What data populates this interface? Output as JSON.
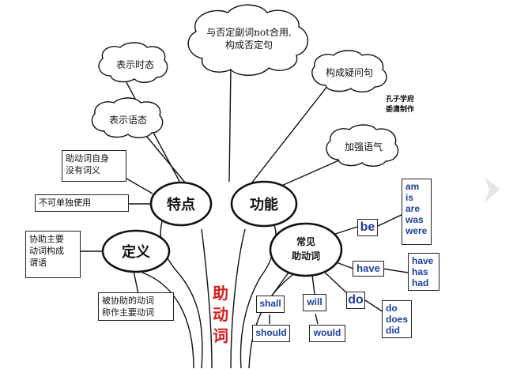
{
  "trunk": {
    "label": [
      "助",
      "动",
      "词"
    ]
  },
  "ovals": {
    "features": "特点",
    "functions": "功能",
    "definition": "定义",
    "common": [
      "常见",
      "助动词"
    ]
  },
  "clouds": {
    "not_combo": [
      "与否定副词not合用,",
      "构成否定句"
    ],
    "tense": "表示时态",
    "voice": "表示语态",
    "question": "构成疑问句",
    "emphasis": "加强语气"
  },
  "feature_boxes": {
    "no_meaning": [
      "助动词自身",
      "没有词义"
    ],
    "not_alone": "不可单独使用"
  },
  "definition_boxes": {
    "help_predicate": [
      "协助主要",
      "动词构成",
      "谓语"
    ],
    "main_verb": [
      "被协助的动词",
      "称作主要动词"
    ]
  },
  "credit": [
    "孔子学府",
    "委潇制作"
  ],
  "words": {
    "be": "be",
    "be_forms": [
      "am",
      "is",
      "are",
      "was",
      "were"
    ],
    "have": "have",
    "have_forms": [
      "have",
      "has",
      "had"
    ],
    "do": "do",
    "do_forms": [
      "do",
      "does",
      "did"
    ],
    "shall": "shall",
    "should": "should",
    "will": "will",
    "would": "would"
  },
  "colors": {
    "trunk_text": "#d21f1f",
    "word_text": "#1f3f9c",
    "chevron": "#e6e6e6"
  },
  "icons": {
    "right_arrow": "chevron-right-icon"
  }
}
